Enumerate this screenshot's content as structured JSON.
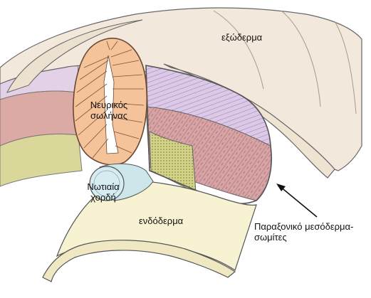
{
  "labels": {
    "ectoderm": "εξώδερμα",
    "neural_tube_line1": "Νευρικός",
    "neural_tube_line2": "σωλήνας",
    "notochord_line1": "Νωτιαία",
    "notochord_line2": "χορδή",
    "endoderm": "ενδόδερμα",
    "paraxial_line1": "Παραξονικό μεσόδερμα-",
    "paraxial_line2": "σωμίτες"
  },
  "colors": {
    "ectoderm": "#f1e7d8",
    "ectoderm_fold": "#e6d6c0",
    "neural_tube": "#f7c8a0",
    "notochord": "#d7ecf0",
    "endoderm": "#f6f1cf",
    "somite_purple": "#d9c7e6",
    "somite_rose": "#d9a8a6",
    "somite_olive": "#d8d792",
    "outline": "#555555"
  }
}
